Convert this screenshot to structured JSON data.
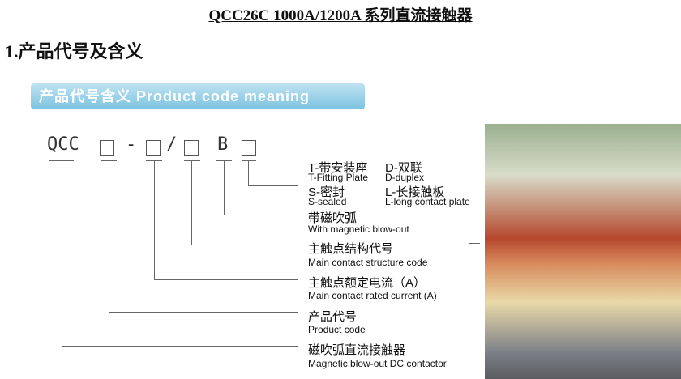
{
  "title": "QCC26C 1000A/1200A 系列直流接触器",
  "section": "1.产品代号及含义",
  "banner": "产品代号含义 Product code meaning",
  "code": {
    "prefix": "QCC",
    "dash": "-",
    "slash": "/",
    "b": "B"
  },
  "legend": [
    {
      "zh": "T-带安装座",
      "en": "T-Fitting Plate"
    },
    {
      "zh": "D-双联",
      "en": "D-duplex"
    },
    {
      "zh": "S-密封",
      "en": "S-sealed"
    },
    {
      "zh": "L-长接触板",
      "en": "L-long contact plate"
    },
    {
      "zh": "带磁吹弧",
      "en": "With magnetic blow-out"
    },
    {
      "zh": "主触点结构代号",
      "en": "Main contact structure code"
    },
    {
      "zh": "主触点额定电流（A）",
      "en": "Main contact rated current (A)"
    },
    {
      "zh": "产品代号",
      "en": "Product code"
    },
    {
      "zh": "磁吹弧直流接触器",
      "en": "Magnetic blow-out DC contactor"
    }
  ]
}
